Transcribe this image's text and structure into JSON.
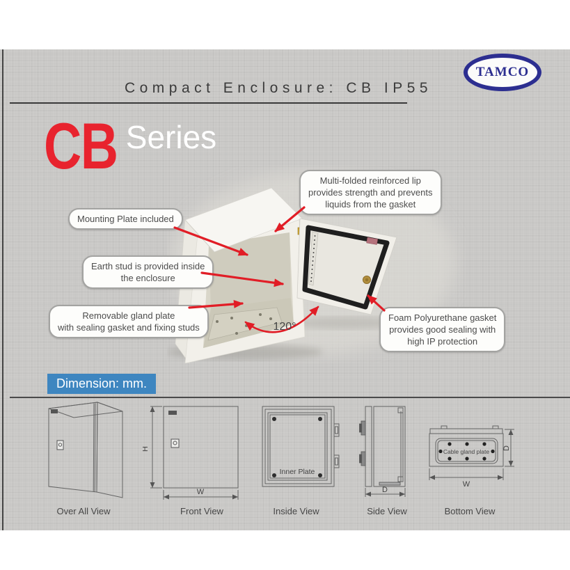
{
  "page": {
    "title": "Compact Enclosure: CB IP55",
    "logo_text": "TAMCO",
    "series": {
      "code": "CB",
      "suffix": "Series"
    }
  },
  "callouts": [
    {
      "id": "multi-folded-lip",
      "text": "Multi-folded reinforced lip\nprovides strength and prevents\nliquids from the gasket"
    },
    {
      "id": "mounting-plate",
      "text": "Mounting Plate included"
    },
    {
      "id": "earth-stud",
      "text": "Earth stud is provided inside\nthe enclosure"
    },
    {
      "id": "gland-plate",
      "text": "Removable gland plate\nwith sealing gasket and fixing studs"
    },
    {
      "id": "foam-gasket",
      "text": "Foam Polyurethane gasket\nprovides good sealing with\nhigh IP protection"
    }
  ],
  "photo": {
    "angle_label": "120°"
  },
  "dims": {
    "badge": "Dimension: mm.",
    "views": [
      {
        "label": "Over All View"
      },
      {
        "label": "Front View",
        "dim_h": "H",
        "dim_w": "W"
      },
      {
        "label": "Inside View",
        "inner_text": "Inner Plate"
      },
      {
        "label": "Side View",
        "dim_d": "D"
      },
      {
        "label": "Bottom View",
        "inner_text": "Cable gland plate",
        "dim_d": "D",
        "dim_w": "W"
      }
    ]
  },
  "colors": {
    "accent_red": "#e8232e",
    "arrow_red": "#e11d26",
    "badge_blue": "#3e86c0",
    "logo_blue": "#2c2e90"
  }
}
